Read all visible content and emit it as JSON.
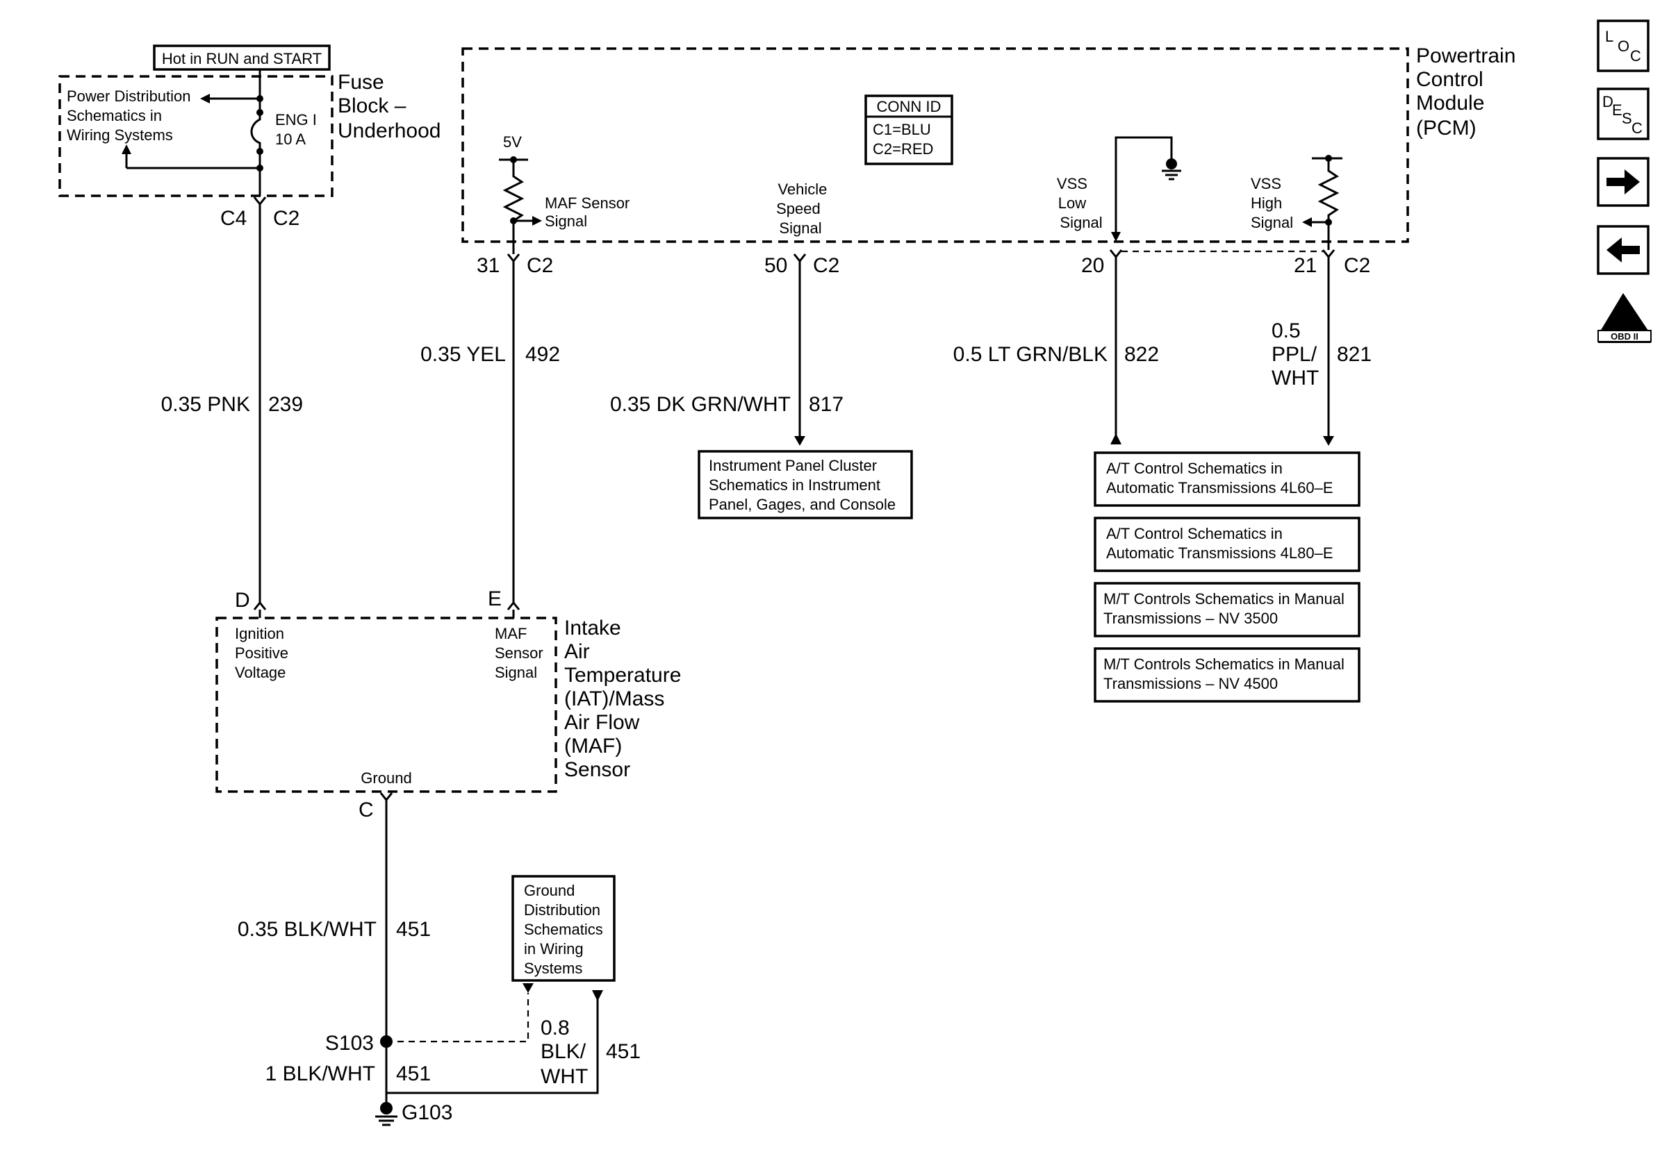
{
  "fuse_block": {
    "hot_label": "Hot in RUN and START",
    "power_dist": [
      "Power Distribution",
      "Schematics in",
      "Wiring Systems"
    ],
    "fuse_name": "ENG I",
    "fuse_rating": "10 A",
    "title": [
      "Fuse",
      "Block –",
      "Underhood"
    ],
    "conn_left": "C4",
    "conn_right": "C2"
  },
  "pcm": {
    "title": [
      "Powertrain",
      "Control",
      "Module",
      "(PCM)"
    ],
    "conn_id": {
      "title": "CONN ID",
      "c1": "C1=BLU",
      "c2": "C2=RED"
    },
    "five_v": "5V",
    "maf_signal": [
      "MAF Sensor",
      "Signal"
    ],
    "vehicle_speed": [
      "Vehicle",
      "Speed",
      "Signal"
    ],
    "vss_low": [
      "VSS",
      "Low",
      "Signal"
    ],
    "vss_high": [
      "VSS",
      "High",
      "Signal"
    ],
    "pins": {
      "p31": "31",
      "p50": "50",
      "p20": "20",
      "p21": "21",
      "c2": "C2"
    }
  },
  "wires": {
    "pnk": {
      "label": "0.35 PNK",
      "circuit": "239"
    },
    "yel": {
      "label": "0.35 YEL",
      "circuit": "492"
    },
    "dkgrn": {
      "label": "0.35 DK GRN/WHT",
      "circuit": "817"
    },
    "ltgrn": {
      "label": "0.5 LT GRN/BLK",
      "circuit": "822"
    },
    "ppl": {
      "label": [
        "0.5",
        "PPL/",
        "WHT"
      ],
      "circuit": "821"
    },
    "blkwht035": {
      "label": "0.35 BLK/WHT",
      "circuit": "451"
    },
    "blkwht08": {
      "label": [
        "0.8",
        "BLK/",
        "WHT"
      ],
      "circuit": "451"
    },
    "blkwht1": {
      "label": "1 BLK/WHT",
      "circuit": "451"
    }
  },
  "ipc_box": [
    "Instrument Panel Cluster",
    "Schematics in Instrument",
    "Panel, Gages, and Console"
  ],
  "trans_boxes": [
    [
      "A/T Control Schematics in",
      "Automatic Transmissions 4L60–E"
    ],
    [
      "A/T Control Schematics in",
      "Automatic Transmissions 4L80–E"
    ],
    [
      "M/T Controls Schematics in Manual",
      "Transmissions – NV 3500"
    ],
    [
      "M/T Controls Schematics in Manual",
      "Transmissions – NV 4500"
    ]
  ],
  "sensor": {
    "pin_d": "D",
    "pin_e": "E",
    "pin_c": "C",
    "ignition": [
      "Ignition",
      "Positive",
      "Voltage"
    ],
    "maf_signal": [
      "MAF",
      "Sensor",
      "Signal"
    ],
    "ground": "Ground",
    "title": [
      "Intake",
      "Air",
      "Temperature",
      "(IAT)/Mass",
      "Air Flow",
      "(MAF)",
      "Sensor"
    ]
  },
  "ground_dist": [
    "Ground",
    "Distribution",
    "Schematics",
    "in Wiring",
    "Systems"
  ],
  "splice": "S103",
  "ground_point": "G103",
  "nav": {
    "loc": [
      "L",
      "O",
      "C"
    ],
    "desc": [
      "D",
      "E",
      "S",
      "C"
    ],
    "obd_numeral": "II",
    "obd_label": "OBD II"
  }
}
